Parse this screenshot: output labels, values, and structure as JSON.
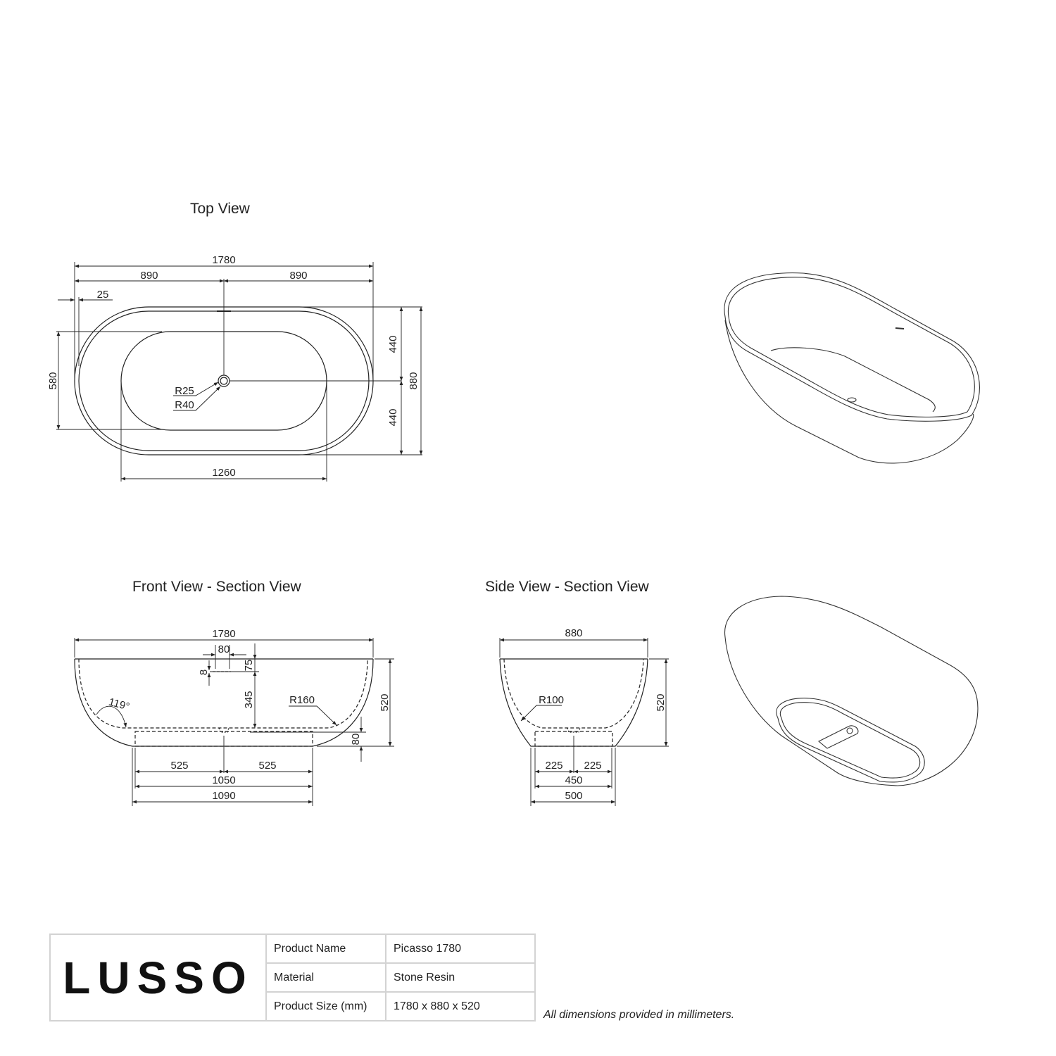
{
  "titles": {
    "top_view": "Top View",
    "front_view": "Front View - Section View",
    "side_view": "Side View - Section View"
  },
  "top_view": {
    "overall_length": "1780",
    "half_left": "890",
    "half_right": "890",
    "rim_offset": "25",
    "inner_width": "580",
    "half_width_top": "440",
    "half_width_bottom": "440",
    "overall_width": "880",
    "waste_r_inner": "R25",
    "waste_r_outer": "R40",
    "inner_length": "1260"
  },
  "front_view": {
    "overall_length": "1780",
    "overflow_width": "80",
    "overflow_height": "8",
    "overflow_offset": "75",
    "overflow_to_floor": "345",
    "angle": "119°",
    "radius": "R160",
    "overall_height": "520",
    "base_height": "80",
    "base_half_left": "525",
    "base_half_right": "525",
    "base_inner": "1050",
    "base_outer": "1090"
  },
  "side_view": {
    "overall_width": "880",
    "radius": "R100",
    "overall_height": "520",
    "base_half_left": "225",
    "base_half_right": "225",
    "base_inner": "450",
    "base_outer": "500"
  },
  "spec_table": {
    "logo": "LUSSO",
    "rows": [
      {
        "label": "Product Name",
        "value": "Picasso 1780"
      },
      {
        "label": "Material",
        "value": "Stone Resin"
      },
      {
        "label": "Product Size (mm)",
        "value": "1780 x 880 x 520"
      }
    ]
  },
  "note": "All dimensions provided in millimeters."
}
